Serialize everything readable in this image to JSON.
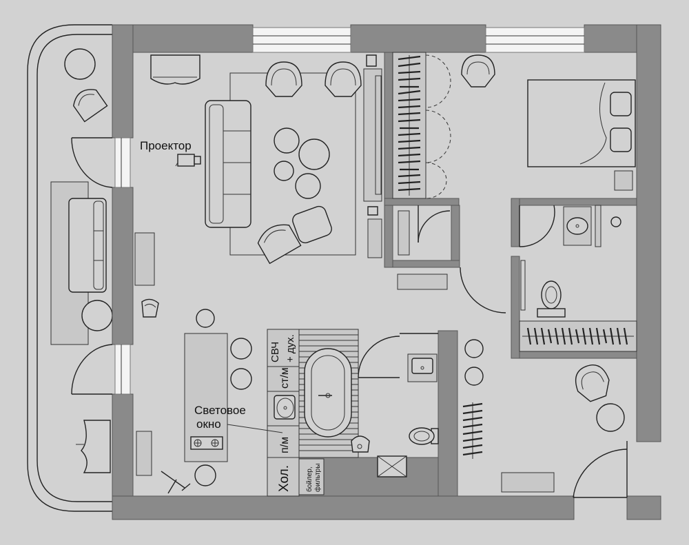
{
  "labels": {
    "projector": "Проектор",
    "skylight_line1": "Световое",
    "skylight_line2": "окно"
  },
  "appliances": {
    "microwave_line1": "СВЧ",
    "microwave_line2": "+ дух.",
    "dishwasher": "ст/м",
    "washer": "п/м",
    "fridge": "Хол.",
    "boiler_line1": "бойлер,",
    "boiler_line2": "фильтры"
  },
  "colors": {
    "background": "#d2d2d2",
    "wall": "#8a8a8a",
    "line": "#222222"
  }
}
